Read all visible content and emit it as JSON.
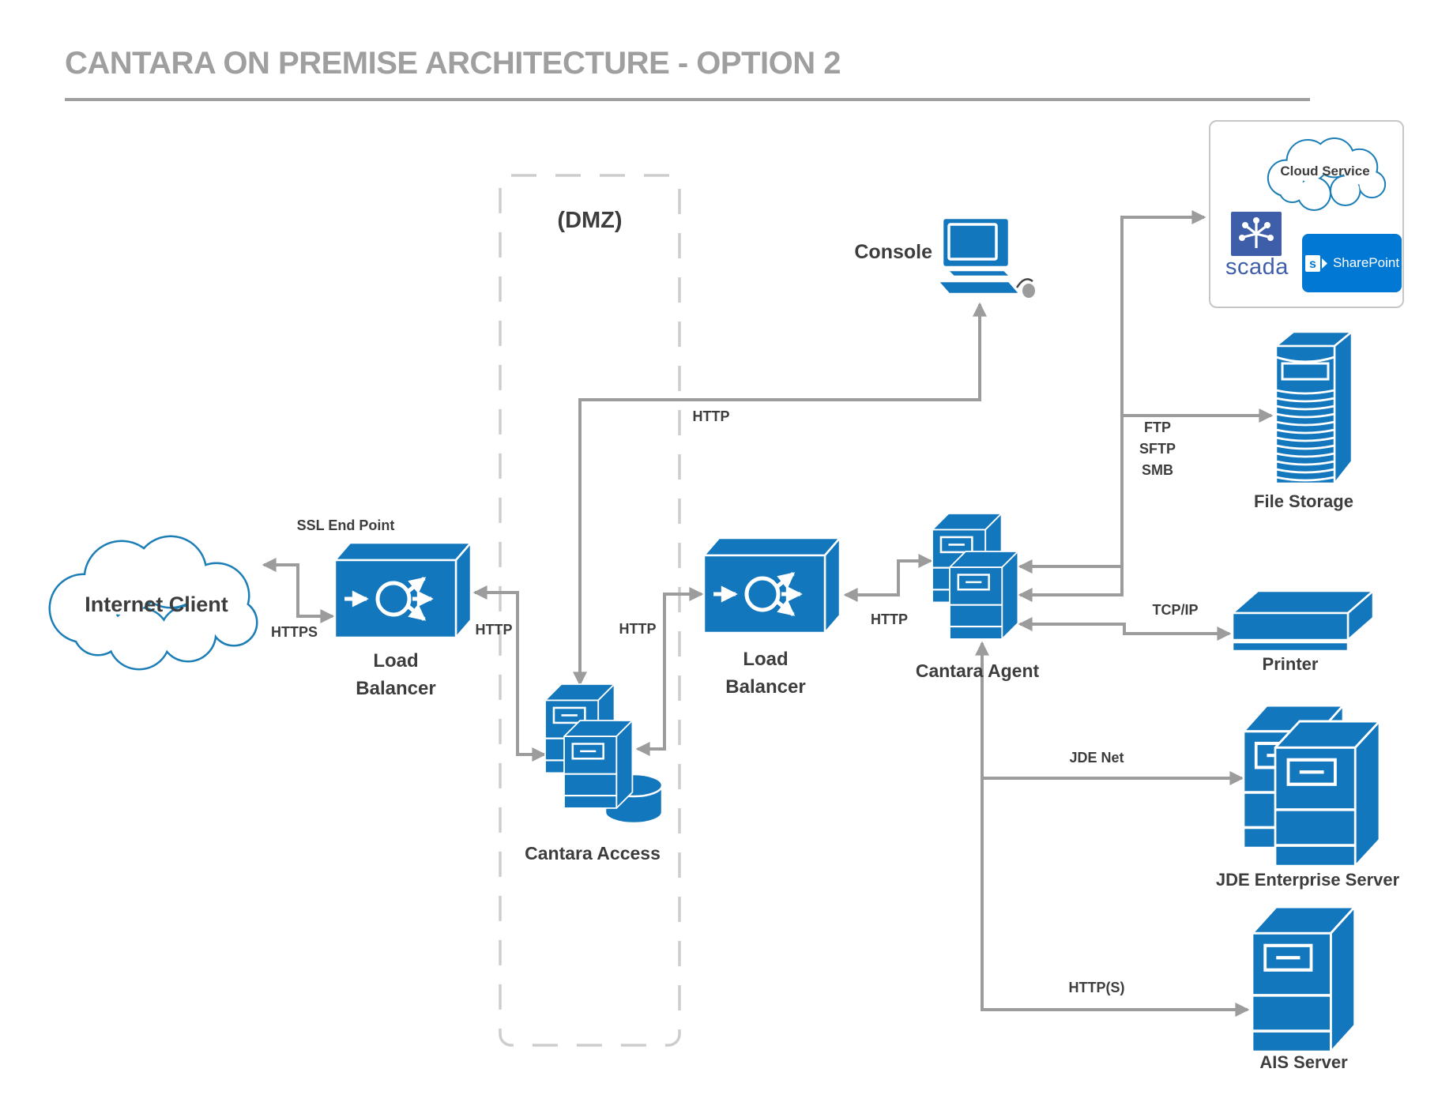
{
  "title": "CANTARA ON PREMISE ARCHITECTURE - OPTION 2",
  "zones": {
    "dmz_label": "(DMZ)"
  },
  "nodes": {
    "internet_client": "Internet Client",
    "load_balancer_1": "Load Balancer",
    "cantara_access": "Cantara Access",
    "load_balancer_2": "Load Balancer",
    "cantara_agent": "Cantara Agent",
    "console": "Console",
    "file_storage": "File Storage",
    "printer": "Printer",
    "jde_enterprise_server": "JDE Enterprise Server",
    "ais_server": "AIS Server"
  },
  "cloud_service": {
    "label": "Cloud Service",
    "scada_text": "scada",
    "sharepoint_icon_letter": "s",
    "sharepoint_text": "SharePoint"
  },
  "connections": {
    "ssl_end_point": "SSL End Point",
    "https_client_lb": "HTTPS",
    "http_lb1_access": "HTTP",
    "http_access_lb2": "HTTP",
    "http_access_console": "HTTP",
    "http_lb2_agent": "HTTP",
    "ftp": "FTP",
    "sftp": "SFTP",
    "smb": "SMB",
    "tcp_ip": "TCP/IP",
    "jde_net": "JDE Net",
    "https_ais": "HTTP(S)"
  },
  "colors": {
    "primary_blue": "#1377BD",
    "connector_gray": "#9C9C9C",
    "text_dark": "#3D3D3D",
    "title_gray": "#9F9F9F",
    "dmz_dash": "#CDCDCD",
    "cloud_outline": "#1C7EB6",
    "scada_blue": "#3E5EA9",
    "sharepoint_blue": "#0078D4",
    "panel_border": "#C6C6C6"
  }
}
